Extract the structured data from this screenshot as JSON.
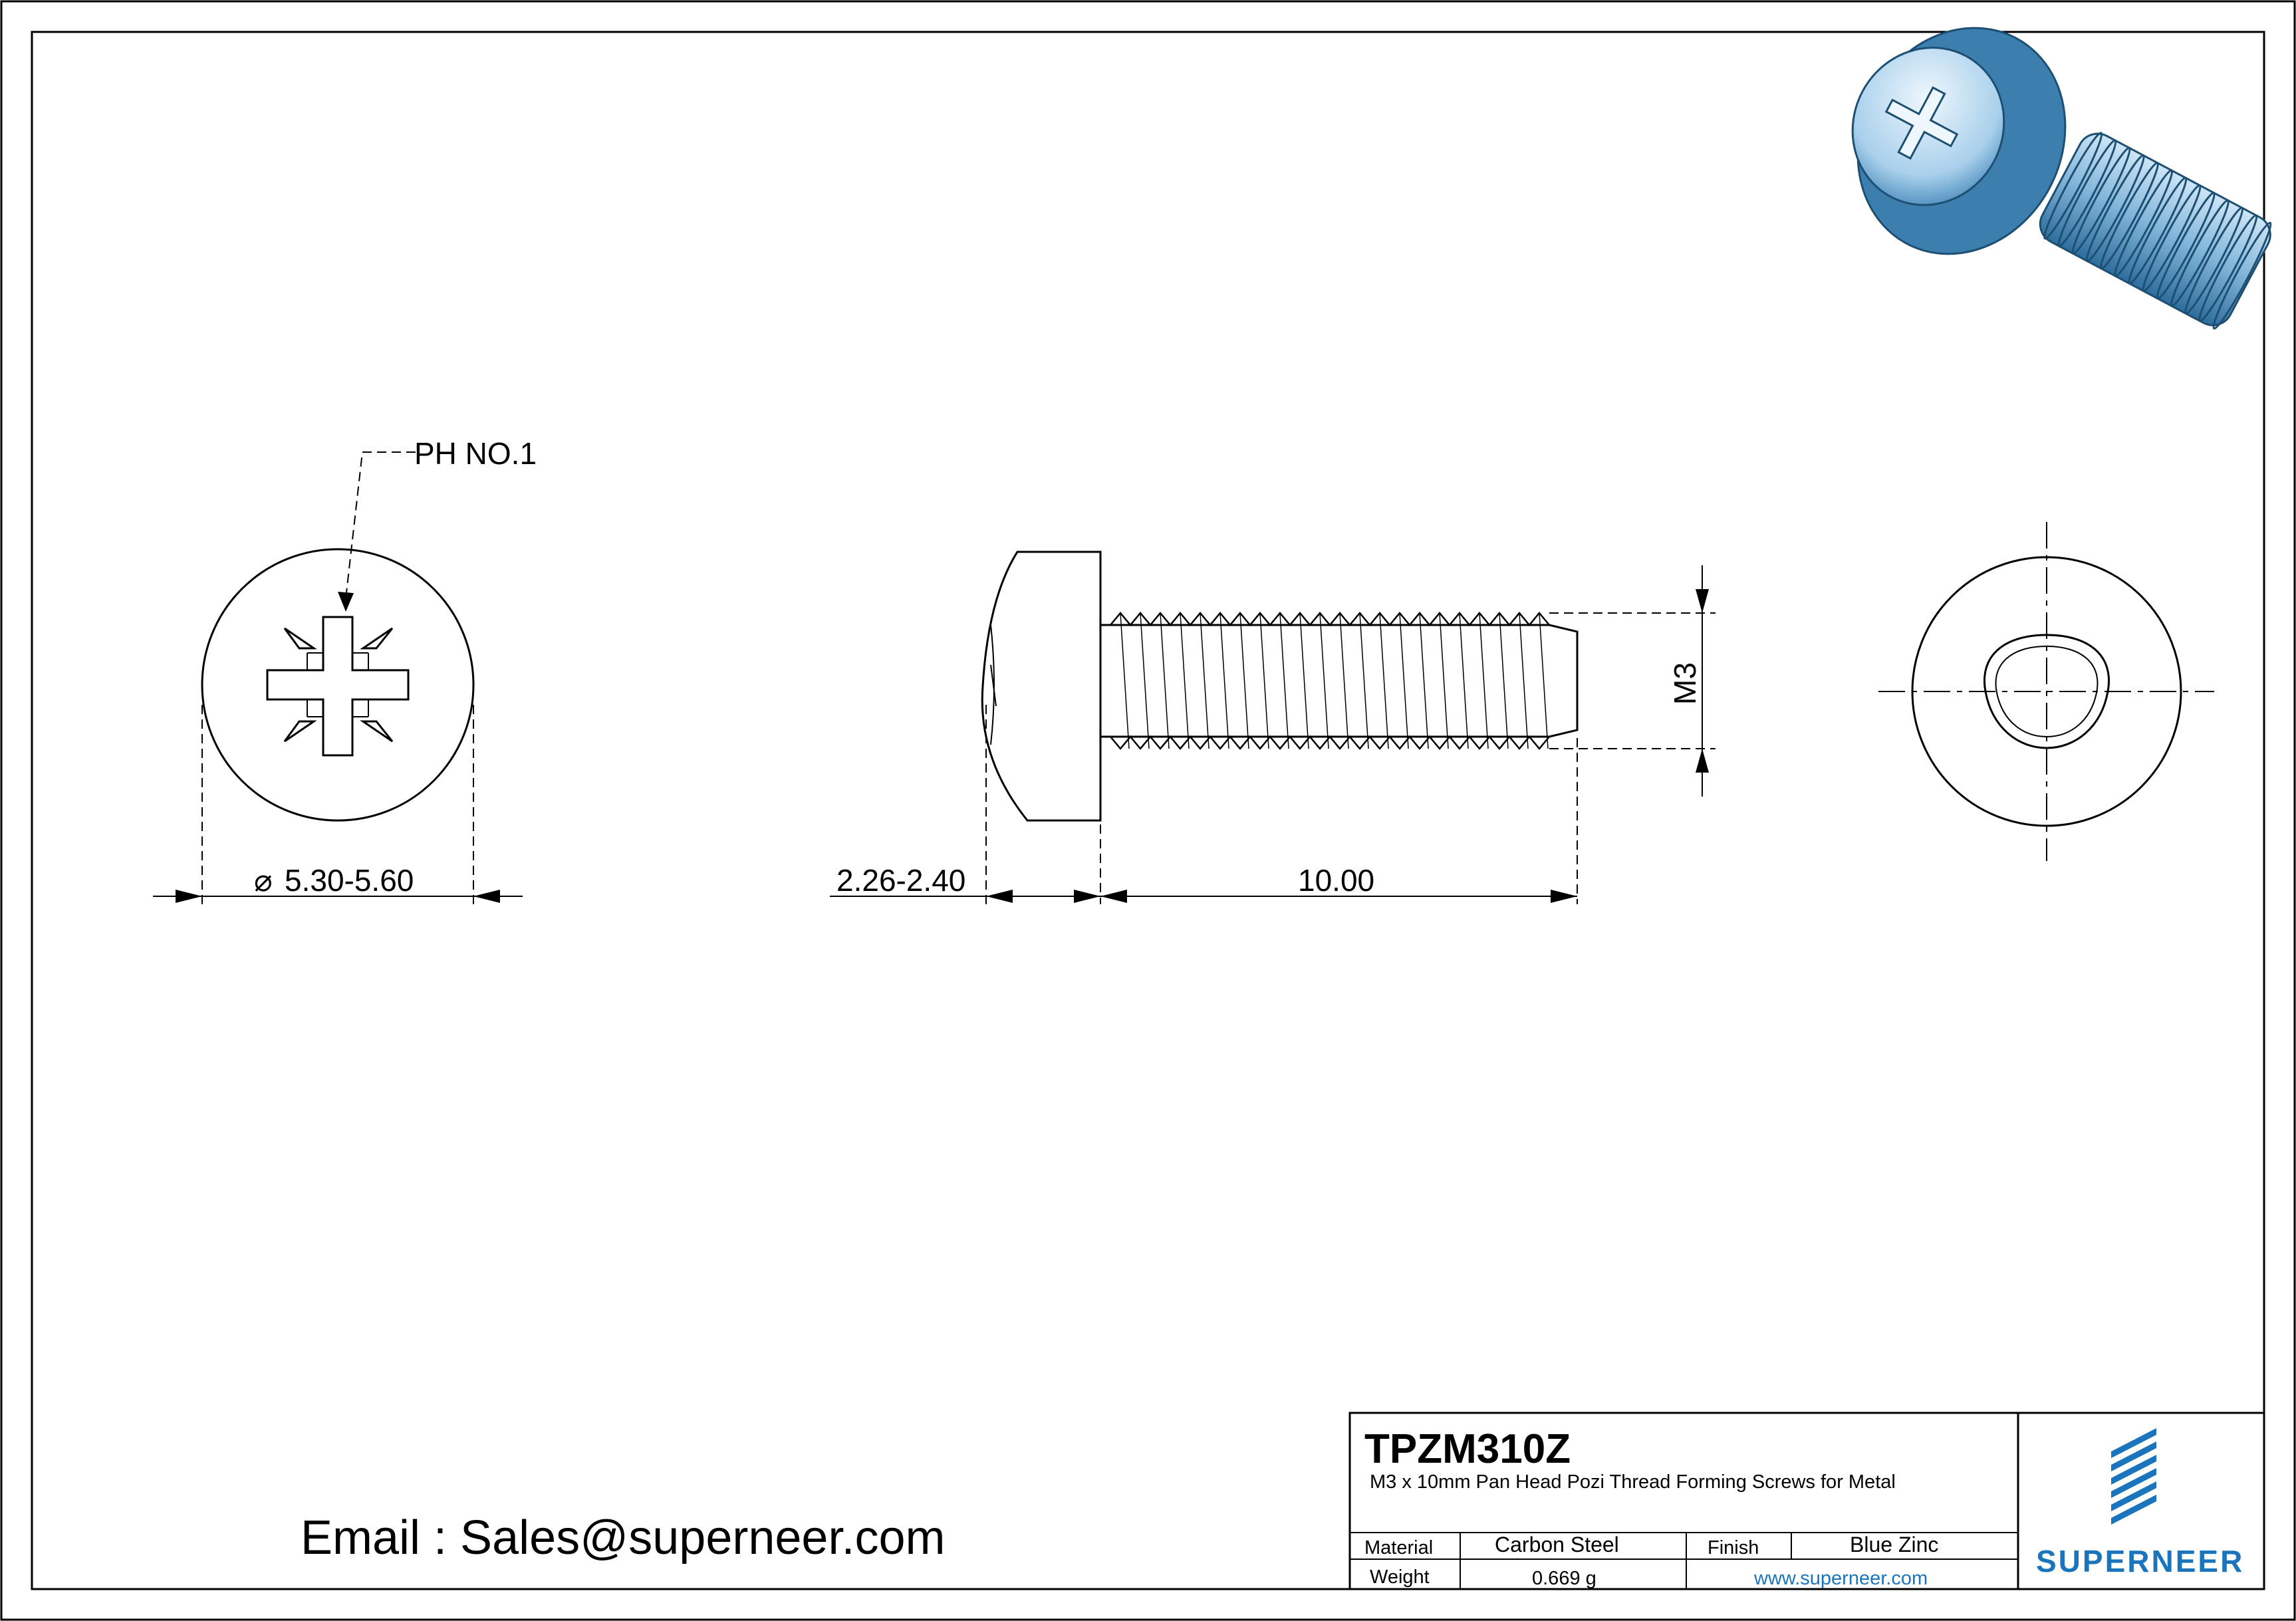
{
  "drawing": {
    "callout_drive": "PH NO.1",
    "dim_head_diameter": "5.30-5.60",
    "dim_head_height": "2.26-2.40",
    "dim_length": "10.00",
    "dim_thread": "M3",
    "diameter_symbol": "⌀"
  },
  "title_block": {
    "part_number": "TPZM310Z",
    "description": "M3 x 10mm Pan Head Pozi Thread Forming Screws for Metal",
    "material_label": "Material",
    "material_value": "Carbon Steel",
    "finish_label": "Finish",
    "finish_value": "Blue Zinc",
    "weight_label": "Weight",
    "weight_value": "0.669 g",
    "website": "www.superneer.com",
    "brand": "SUPERNEER"
  },
  "contact": {
    "email": "Email : Sales@superneer.com"
  },
  "colors": {
    "brand": "#1b75bc",
    "render_light": "#d6eaf7",
    "render_mid": "#8fbfdf",
    "render_dark": "#2d6d9c"
  }
}
